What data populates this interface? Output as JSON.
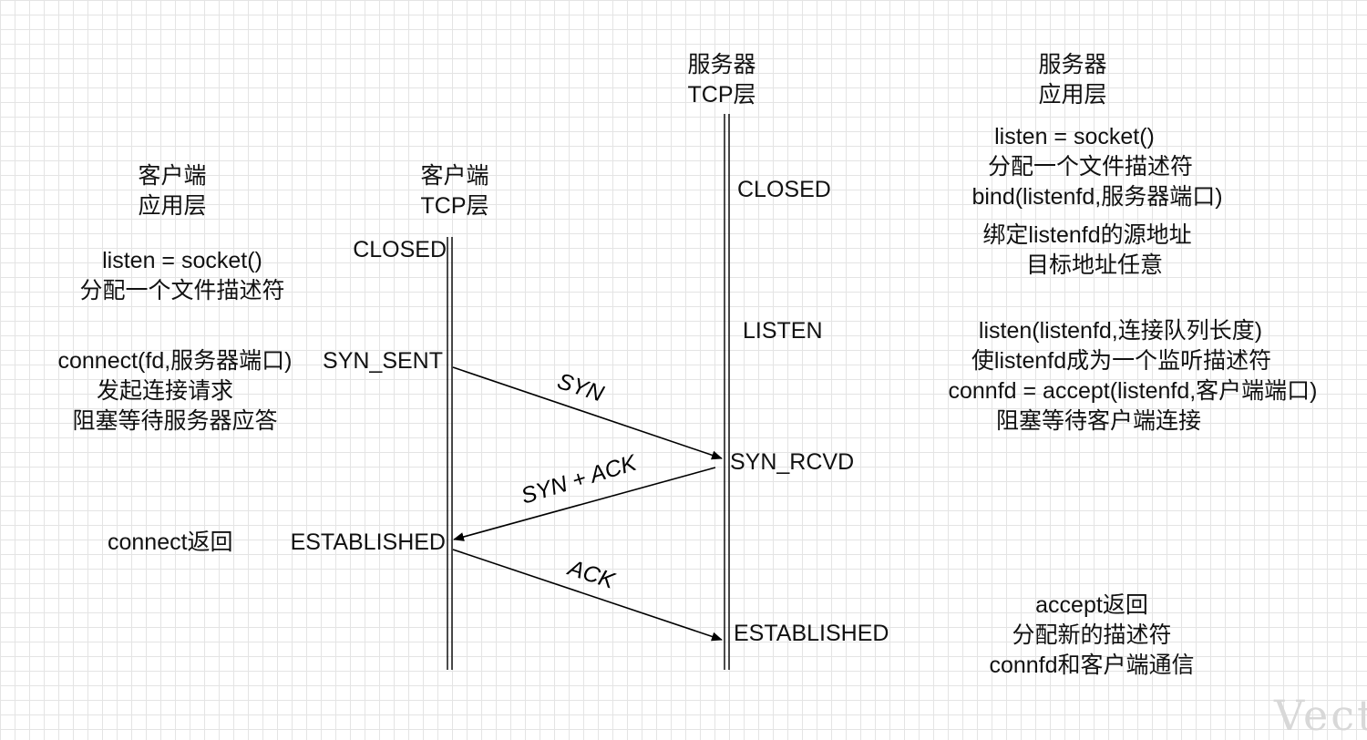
{
  "headers": {
    "client_app": [
      "客户端",
      "应用层"
    ],
    "client_tcp": [
      "客户端",
      "TCP层"
    ],
    "server_tcp": [
      "服务器",
      "TCP层"
    ],
    "server_app": [
      "服务器",
      "应用层"
    ]
  },
  "client_app_notes": {
    "socket": [
      "listen = socket()",
      "分配一个文件描述符"
    ],
    "connect": [
      "connect(fd,服务器端口)",
      "发起连接请求",
      "阻塞等待服务器应答"
    ],
    "returned": "connect返回"
  },
  "client_states": {
    "closed": "CLOSED",
    "syn_sent": "SYN_SENT",
    "established": "ESTABLISHED"
  },
  "server_states": {
    "closed": "CLOSED",
    "listen": "LISTEN",
    "syn_rcvd": "SYN_RCVD",
    "established": "ESTABLISHED"
  },
  "server_app_notes": {
    "socket_bind": [
      "listen = socket()",
      "分配一个文件描述符",
      "bind(listenfd,服务器端口)"
    ],
    "bind_desc": [
      "绑定listenfd的源地址",
      "目标地址任意"
    ],
    "listen_accept": [
      "listen(listenfd,连接队列长度)",
      "使listenfd成为一个监听描述符",
      "connfd = accept(listenfd,客户端端口)",
      "阻塞等待客户端连接"
    ],
    "accept_return": [
      "accept返回",
      "分配新的描述符",
      "connfd和客户端通信"
    ]
  },
  "messages": {
    "syn": "SYN",
    "syn_ack": "SYN + ACK",
    "ack": "ACK"
  },
  "watermark": "Vect"
}
